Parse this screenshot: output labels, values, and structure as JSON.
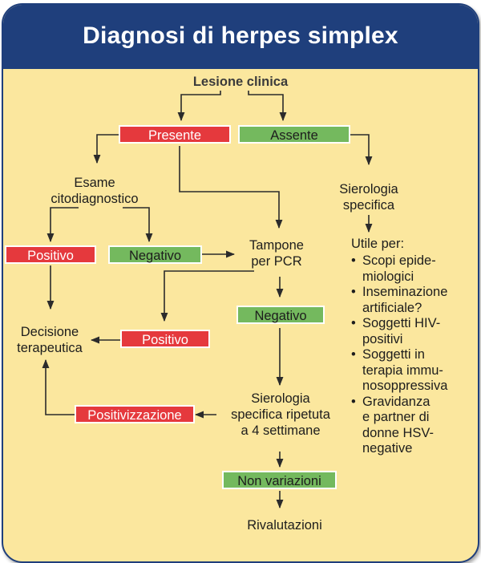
{
  "title": "Diagnosi di herpes simplex",
  "nodes": {
    "lesione": "Lesione clinica",
    "presente": "Presente",
    "assente": "Assente",
    "esame_1": "Esame",
    "esame_2": "citodiagnostico",
    "positivo_left": "Positivo",
    "negativo_left": "Negativo",
    "tampone_1": "Tampone",
    "tampone_2": "per PCR",
    "negativo_mid": "Negativo",
    "positivo_mid": "Positivo",
    "decisione_1": "Decisione",
    "decisione_2": "terapeutica",
    "positivizzazione": "Positivizzazione",
    "sierologia_rip_1": "Sierologia",
    "sierologia_rip_2": "specifica ripetuta",
    "sierologia_rip_3": "a 4 settimane",
    "non_variazioni": "Non variazioni",
    "rivalutazioni": "Rivalutazioni",
    "sierologia_1": "Sierologia",
    "sierologia_2": "specifica",
    "utile": "Utile per:"
  },
  "utile_items": [
    [
      "Scopi epide-",
      "miologici"
    ],
    [
      "Inseminazione",
      "artificiale?"
    ],
    [
      "Soggetti HIV-",
      "positivi"
    ],
    [
      "Soggetti in",
      "terapia immu-",
      "nosoppressiva"
    ],
    [
      "Gravidanza",
      "e partner di",
      "donne HSV-",
      "negative"
    ]
  ],
  "colors": {
    "header": "#1f3f7c",
    "background": "#fbe79e",
    "positive_box": "#e5393d",
    "negative_box": "#74b95e",
    "arrow": "#2b2b2b"
  }
}
